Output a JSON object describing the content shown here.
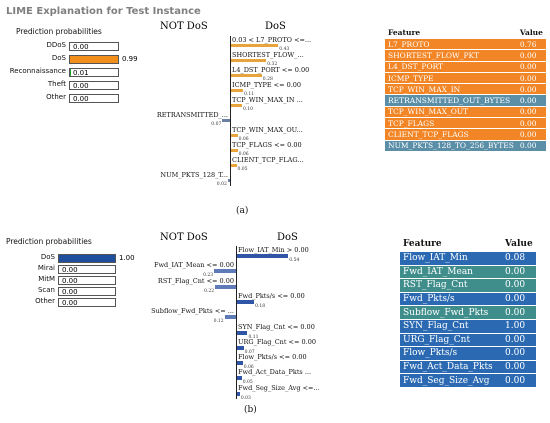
{
  "panel_a": {
    "title": "LIME Explanation for Test Instance",
    "pp_title": "Prediction probabilities",
    "probs": [
      {
        "label": "DDoS",
        "value": "0.00",
        "frac": 0.0,
        "color": "#1f77b4"
      },
      {
        "label": "DoS",
        "value": "0.99",
        "frac": 0.99,
        "color": "#f28e1c"
      },
      {
        "label": "Reconnaissance",
        "value": "0.01",
        "frac": 0.01,
        "color": "#2ca02c"
      },
      {
        "label": "Theft",
        "value": "0.00",
        "frac": 0.0,
        "color": "#d62728"
      },
      {
        "label": "Other",
        "value": "0.00",
        "frac": 0.0,
        "color": "#9467bd"
      }
    ],
    "not_label": "NOT DoS",
    "pos_label": "DoS",
    "features": [
      {
        "label": "0.03 < L7_PROTO <=...",
        "value": "0.43",
        "weight": 0.43
      },
      {
        "label": "SHORTEST_FLOW_...",
        "value": "0.32",
        "weight": 0.32
      },
      {
        "label": "L4_DST_PORT <= 0.00",
        "value": "0.28",
        "weight": 0.28
      },
      {
        "label": "ICMP_TYPE <= 0.00",
        "value": "0.11",
        "weight": 0.11
      },
      {
        "label": "TCP_WIN_MAX_IN ...",
        "value": "0.10",
        "weight": 0.1
      },
      {
        "label": "RETRANSMITTED_...",
        "value": "0.07",
        "weight": -0.07
      },
      {
        "label": "TCP_WIN_MAX_OU...",
        "value": "0.06",
        "weight": 0.06
      },
      {
        "label": "TCP_FLAGS <= 0.00",
        "value": "0.06",
        "weight": 0.06
      },
      {
        "label": "CLIENT_TCP_FLAG...",
        "value": "0.05",
        "weight": 0.05
      },
      {
        "label": "NUM_PKTS_128_T...",
        "value": "0.02",
        "weight": -0.02
      }
    ],
    "table_header": {
      "feature": "Feature",
      "value": "Value"
    },
    "table": [
      {
        "feature": "L7_PROTO",
        "value": "0.76",
        "hl": true
      },
      {
        "feature": "SHORTEST_FLOW_PKT",
        "value": "0.00",
        "hl": true
      },
      {
        "feature": "L4_DST_PORT",
        "value": "0.00",
        "hl": true
      },
      {
        "feature": "ICMP_TYPE",
        "value": "0.00",
        "hl": true
      },
      {
        "feature": "TCP_WIN_MAX_IN",
        "value": "0.00",
        "hl": true
      },
      {
        "feature": "RETRANSMITTED_OUT_BYTES",
        "value": "0.00",
        "hl": false
      },
      {
        "feature": "TCP_WIN_MAX_OUT",
        "value": "0.00",
        "hl": true
      },
      {
        "feature": "TCP_FLAGS",
        "value": "0.00",
        "hl": true
      },
      {
        "feature": "CLIENT_TCP_FLAGS",
        "value": "0.00",
        "hl": true
      },
      {
        "feature": "NUM_PKTS_128_TO_256_BYTES",
        "value": "0.00",
        "hl": false
      }
    ],
    "caption": "(a)"
  },
  "panel_b": {
    "pp_title": "Prediction probabilities",
    "probs": [
      {
        "label": "DoS",
        "value": "1.00",
        "frac": 1.0,
        "color": "#1f4e9c"
      },
      {
        "label": "Mirai",
        "value": "0.00",
        "frac": 0.0,
        "color": "#f28e1c"
      },
      {
        "label": "MitM",
        "value": "0.00",
        "frac": 0.0,
        "color": "#2ca02c"
      },
      {
        "label": "Scan",
        "value": "0.00",
        "frac": 0.0,
        "color": "#d62728"
      },
      {
        "label": "Other",
        "value": "0.00",
        "frac": 0.0,
        "color": "#9467bd"
      }
    ],
    "not_label": "NOT DoS",
    "pos_label": "DoS",
    "features": [
      {
        "label": "Flow_IAT_Min > 0.00",
        "value": "0.54",
        "weight": 0.54
      },
      {
        "label": "Fwd_IAT_Mean <= 0.00",
        "value": "0.23",
        "weight": -0.23
      },
      {
        "label": "RST_Flag_Cnt <= 0.00",
        "value": "0.22",
        "weight": -0.22
      },
      {
        "label": "Fwd_Pkts/s <= 0.00",
        "value": "0.18",
        "weight": 0.18
      },
      {
        "label": "Subflow_Fwd_Pkts <= ...",
        "value": "0.12",
        "weight": -0.12
      },
      {
        "label": "SYN_Flag_Cnt <= 0.00",
        "value": "0.11",
        "weight": 0.11
      },
      {
        "label": "URG_Flag_Cnt <= 0.00",
        "value": "0.07",
        "weight": 0.07
      },
      {
        "label": "Flow_Pkts/s <= 0.00",
        "value": "0.06",
        "weight": 0.06
      },
      {
        "label": "Fwd_Act_Data_Pkts ...",
        "value": "0.05",
        "weight": 0.05
      },
      {
        "label": "Fwd_Seg_Size_Avg <=...",
        "value": "0.03",
        "weight": 0.03
      }
    ],
    "table_header": {
      "feature": "Feature",
      "value": "Value"
    },
    "table": [
      {
        "feature": "Flow_IAT_Min",
        "value": "0.08",
        "hl": true
      },
      {
        "feature": "Fwd_IAT_Mean",
        "value": "0.00",
        "hl": false
      },
      {
        "feature": "RST_Flag_Cnt",
        "value": "0.00",
        "hl": false
      },
      {
        "feature": "Fwd_Pkts/s",
        "value": "0.00",
        "hl": true
      },
      {
        "feature": "Subflow_Fwd_Pkts",
        "value": "0.00",
        "hl": false
      },
      {
        "feature": "SYN_Flag_Cnt",
        "value": "1.00",
        "hl": true
      },
      {
        "feature": "URG_Flag_Cnt",
        "value": "0.00",
        "hl": true
      },
      {
        "feature": "Flow_Pkts/s",
        "value": "0.00",
        "hl": true
      },
      {
        "feature": "Fwd_Act_Data_Pkts",
        "value": "0.00",
        "hl": true
      },
      {
        "feature": "Fwd_Seg_Size_Avg",
        "value": "0.00",
        "hl": true
      }
    ],
    "caption": "(b)"
  },
  "colors": {
    "a_pos": "#e8a33a",
    "a_neg": "#6b7fa3",
    "a_not_head": "#4f8fa8",
    "a_pos_head": "#e07b1a",
    "a_hl": "#f28525",
    "a_plain": "#5b8fa8",
    "b_pos": "#2f56a6",
    "b_neg": "#5d7bb8",
    "b_head": "#2a5ba8",
    "b_hl": "#2b6ab2",
    "b_plain": "#3f8e8c"
  }
}
